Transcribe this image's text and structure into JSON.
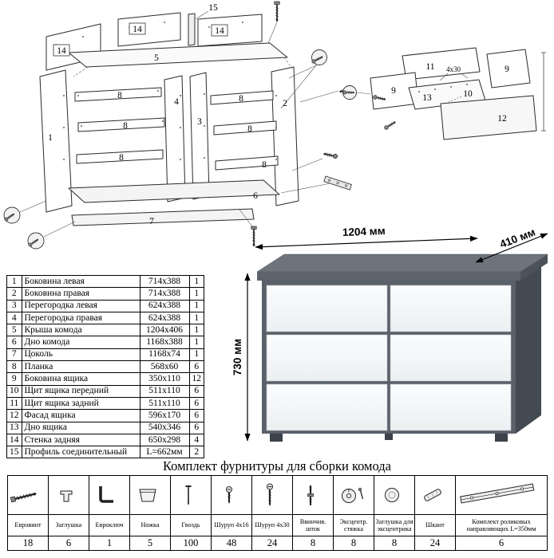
{
  "title": {
    "hardware_kit": "Комплект фурнитуры для сборки комода"
  },
  "render": {
    "width_label": "1204 мм",
    "depth_label": "410 мм",
    "height_label": "730 мм",
    "body_color": "#5a606a",
    "drawer_color": "#f8fafb"
  },
  "exploded": {
    "n1": "1",
    "n2": "2",
    "n3": "3",
    "n4": "4",
    "n5": "5",
    "n6": "6",
    "n7": "7",
    "n8": "8",
    "n9": "9",
    "n10": "10",
    "n11": "11",
    "n12": "12",
    "n13": "13",
    "n14": "14",
    "n15": "15",
    "screw_size": "4x30"
  },
  "parts_table": {
    "rows": [
      {
        "num": "1",
        "name": "Боковина левая",
        "size": "714x388",
        "qty": "1"
      },
      {
        "num": "2",
        "name": "Боковина правая",
        "size": "714x388",
        "qty": "1"
      },
      {
        "num": "3",
        "name": "Перегородка левая",
        "size": "624x388",
        "qty": "1"
      },
      {
        "num": "4",
        "name": "Перегородка правая",
        "size": "624x388",
        "qty": "1"
      },
      {
        "num": "5",
        "name": "Крыша комода",
        "size": "1204x406",
        "qty": "1"
      },
      {
        "num": "6",
        "name": "Дно комода",
        "size": "1168x388",
        "qty": "1"
      },
      {
        "num": "7",
        "name": "Цоколь",
        "size": "1168x74",
        "qty": "1"
      },
      {
        "num": "8",
        "name": "Планка",
        "size": "568x60",
        "qty": "6"
      },
      {
        "num": "9",
        "name": "Боковина ящика",
        "size": "350x110",
        "qty": "12"
      },
      {
        "num": "10",
        "name": "Щит ящика передний",
        "size": "511x110",
        "qty": "6"
      },
      {
        "num": "11",
        "name": "Щит ящика задний",
        "size": "511x110",
        "qty": "6"
      },
      {
        "num": "12",
        "name": "Фасад ящика",
        "size": "596x170",
        "qty": "6"
      },
      {
        "num": "13",
        "name": "Дно ящика",
        "size": "540x346",
        "qty": "6"
      },
      {
        "num": "14",
        "name": "Стенка задняя",
        "size": "650x298",
        "qty": "4"
      },
      {
        "num": "15",
        "name": "Профиль соединительный",
        "size": "L=662мм",
        "qty": "2"
      }
    ]
  },
  "hardware_table": {
    "items": [
      {
        "name": "Евровинт",
        "qty": "18",
        "icon": "euroscrew-icon"
      },
      {
        "name": "Заглушка",
        "qty": "6",
        "icon": "plug-icon"
      },
      {
        "name": "Евроключ",
        "qty": "1",
        "icon": "hex-key-icon"
      },
      {
        "name": "Ножка",
        "qty": "5",
        "icon": "leg-icon"
      },
      {
        "name": "Гвоздь",
        "qty": "100",
        "icon": "nail-icon"
      },
      {
        "name": "Шуруп 4x16",
        "qty": "48",
        "icon": "screw-4x16-icon"
      },
      {
        "name": "Шуруп 4x30",
        "qty": "24",
        "icon": "screw-4x30-icon"
      },
      {
        "name": "Ввинчив. шток",
        "qty": "8",
        "icon": "screw-in-stud-icon"
      },
      {
        "name": "Эксцентр. стяжка",
        "qty": "8",
        "icon": "cam-lock-icon"
      },
      {
        "name": "Заглушка для эксцентрика",
        "qty": "8",
        "icon": "cam-cover-icon"
      },
      {
        "name": "Шкант",
        "qty": "24",
        "icon": "dowel-icon"
      },
      {
        "name": "Комплект роликовых направляющих L=350мм",
        "qty": "6",
        "icon": "drawer-slides-icon"
      }
    ]
  }
}
